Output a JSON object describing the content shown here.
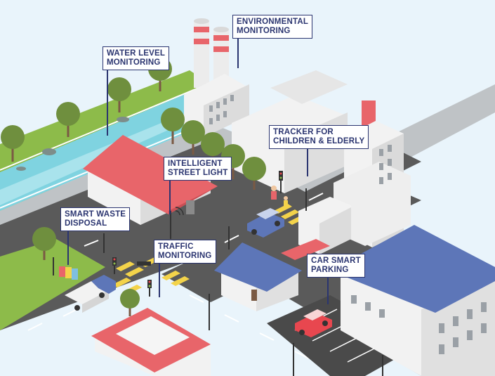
{
  "labels": {
    "environmental": [
      "ENVIRONMENTAL",
      "MONITORING"
    ],
    "water_level": [
      "WATER LEVEL",
      "MONITORING"
    ],
    "tracker": [
      "TRACKER FOR",
      "CHILDREN & ELDERLY"
    ],
    "street_light": [
      "INTELLIGENT",
      "STREET LIGHT"
    ],
    "waste": [
      "SMART WASTE",
      "DISPOSAL"
    ],
    "traffic": [
      "TRAFFIC",
      "MONITORING"
    ],
    "parking": [
      "CAR SMART",
      "PARKING"
    ]
  },
  "colors": {
    "background": "#e9f4fb",
    "road": "#5a5a5a",
    "grass": "#8dbb4a",
    "water": "#7fd3e0",
    "roof_red": "#e8656a",
    "roof_blue": "#5d76b8",
    "building": "#eeeeee",
    "label_border": "#2b3570"
  }
}
